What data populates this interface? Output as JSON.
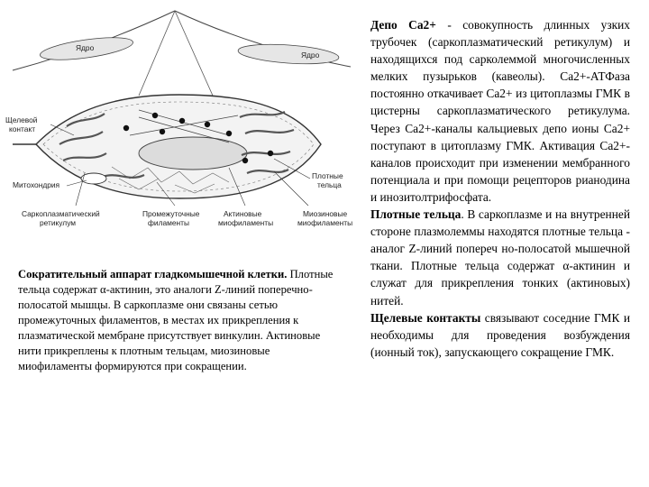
{
  "figure": {
    "labels": {
      "nucleus_left": "Ядро",
      "nucleus_right": "Ядро",
      "gap_junction_1": "Щелевой",
      "gap_junction_2": "контакт",
      "mitochondrion": "Митохондрия",
      "dense_bodies_1": "Плотные",
      "dense_bodies_2": "тельца",
      "sr_1": "Саркоплазматический",
      "sr_2": "ретикулум",
      "interm_1": "Промежуточные",
      "interm_2": "филаменты",
      "actin_1": "Актиновые",
      "actin_2": "миофиламенты",
      "myosin_1": "Миозиновые",
      "myosin_2": "миофиламенты"
    }
  },
  "caption": {
    "title": "Сократительный аппарат гладкомышечной клетки.",
    "body": "Плотные тельца содержат α-актинин, это аналоги Z-линий поперечно-полосатой мышцы. В саркоплазме они связаны сетью промежуточных филаментов, в местах их прикрепления к плазматической мембране присутствует винкулин. Актиновые нити прикреплены к плотным тельцам, миозиновые миофиламенты формируются при сокращении."
  },
  "right": {
    "p1_term": "Депо Ca2+",
    "p1_text": " - совокупность длинных узких трубочек (саркоплазматический ретикулум) и находящихся под сарколеммой многочисленных мелких пузырьков (кавеолы). Ca2+-АТФаза постоянно откачивает Ca2+ из цитоплазмы ГМК в цистерны саркоплазматического ретикулума. Через Ca2+-каналы кальциевых депо ионы Ca2+ поступают в цитоплазму ГМК. Активация Ca2+-каналов происходит при изменении мембранного потенциала и при помощи рецепторов рианодина и инозитолтрифосфата.",
    "p2_term": "Плотные тельца",
    "p2_text": ". В саркоплазме и на внутренней стороне плазмолеммы находятся плотные тельца - аналог Z-линий попереч но-полосатой мышечной ткани. Плотные тельца содержат α-актинин и служат для прикрепления тонких (актиновых) нитей.",
    "p3_term": "Щелевые контакты",
    "p3_text": " связывают соседние ГМК и необходимы для проведения возбуждения (ионный ток), запускающего сокращение ГМК."
  }
}
